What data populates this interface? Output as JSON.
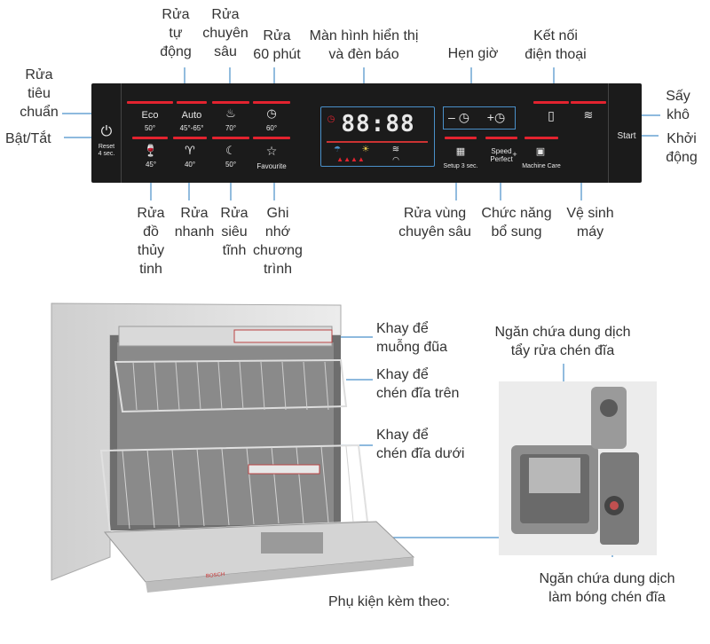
{
  "controls": {
    "top_labels": {
      "rua_tu_dong": "Rửa\ntự\nđộng",
      "rua_chuyen_sau": "Rửa\nchuyên\nsâu",
      "rua_60_phut": "Rửa\n60 phút",
      "man_hinh": "Màn hình hiển thị\nvà đèn báo",
      "hen_gio": "Hẹn giờ",
      "ket_noi": "Kết nối\nđiện thoại",
      "say_kho": "Sấy\nkhô",
      "rua_tieu_chuan": "Rửa\ntiêu\nchuẩn",
      "bat_tat": "Bật/Tắt",
      "khoi_dong": "Khởi\nđộng"
    },
    "bottom_labels": {
      "rua_do_thuy_tinh": "Rửa\nđồ\nthủy\ntinh",
      "rua_nhanh": "Rửa\nnhanh",
      "rua_sieu_tinh": "Rửa\nsiêu\ntĩnh",
      "ghi_nho": "Ghi\nnhớ\nchương\ntrình",
      "rua_vung": "Rửa vùng\nchuyên sâu",
      "chuc_nang": "Chức năng\nbổ sung",
      "ve_sinh": "Vệ sinh\nmáy"
    }
  },
  "panel": {
    "eco": "Eco",
    "eco_temp": "50°",
    "auto": "Auto",
    "auto_temp": "45°-65°",
    "intensive_temp": "70°",
    "quick_temp": "60°",
    "reset": "Reset\n4 sec.",
    "glass_temp": "45°",
    "speed60_temp": "40°",
    "silence_temp": "50°",
    "favourite": "Favourite",
    "display_digits": "88:88",
    "timer_minus": "–",
    "timer_plus": "+",
    "setup": "Setup 3 sec.",
    "speed_perfect": "Speed\nPerfect",
    "speed_plus": "+",
    "machine_care": "Machine Care",
    "start": "Start"
  },
  "machine": {
    "callouts": {
      "khay_muong": "Khay để\nmuỗng đũa",
      "khay_tren": "Khay để\nchén đĩa trên",
      "khay_duoi": "Khay để\nchén đĩa dưới",
      "ngan_tay_rua": "Ngăn chứa dung dịch\ntẩy rửa chén đĩa",
      "ngan_lam_bong": "Ngăn chứa dung dịch\nlàm bóng chén đĩa",
      "phu_kien": "Phụ kiện kèm theo:"
    },
    "brand": "BOSCH"
  },
  "colors": {
    "panel_bg": "#1b1b1b",
    "accent_red": "#e3232f",
    "display_blue": "#4a90c9",
    "leader_blue": "#4a90c9"
  }
}
